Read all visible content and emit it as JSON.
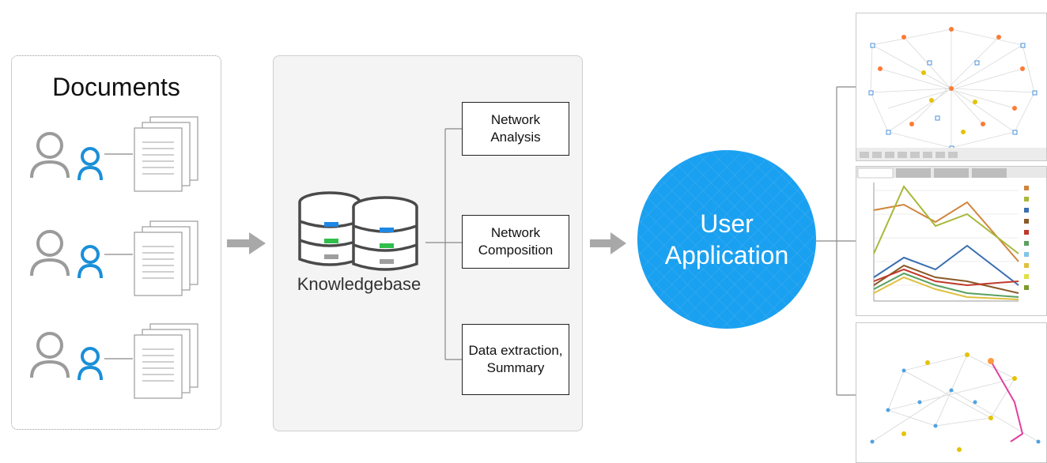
{
  "documents": {
    "title": "Documents",
    "rows": [
      {
        "icon": "users-icon",
        "doc_icon": "document-stack-icon"
      },
      {
        "icon": "users-icon",
        "doc_icon": "document-stack-icon"
      },
      {
        "icon": "users-icon",
        "doc_icon": "document-stack-icon"
      }
    ]
  },
  "knowledgebase": {
    "label": "Knowledgebase",
    "icon": "database-icon",
    "steps": [
      {
        "label": "Network Analysis"
      },
      {
        "label": "Network Composition"
      },
      {
        "label": "Data extraction, Summary"
      }
    ]
  },
  "application": {
    "line1": "User",
    "line2": "Application",
    "color": "#1aa0f0"
  },
  "screenshots": [
    {
      "name": "network-graph-screenshot"
    },
    {
      "name": "line-chart-screenshot"
    },
    {
      "name": "network-map-screenshot"
    }
  ],
  "colors": {
    "arrow": "#a8a8a8",
    "user_outline": "#9b9b9b",
    "user_accent": "#1a8fd8",
    "db_blue": "#1e88e5",
    "db_green": "#2fbf4a",
    "db_gray": "#9e9e9e"
  }
}
